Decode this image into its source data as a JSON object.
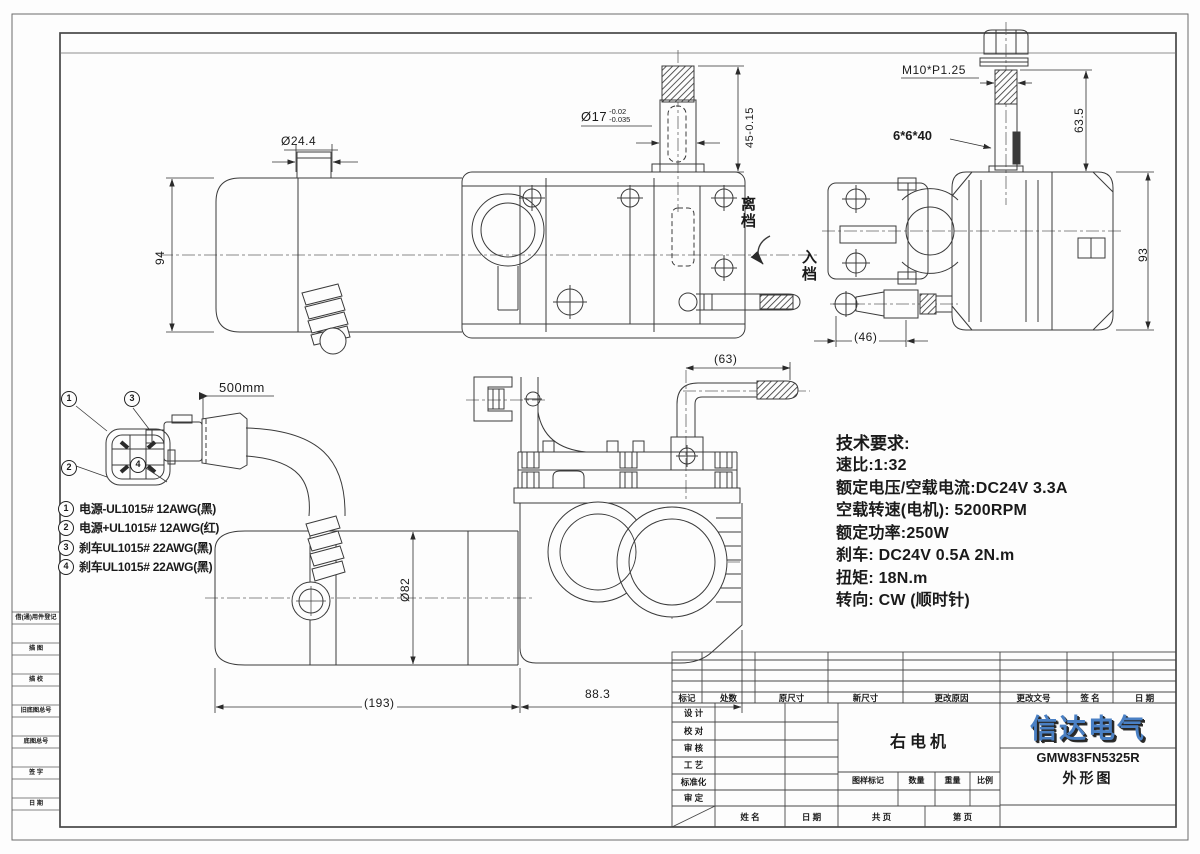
{
  "drawing": {
    "side_view": {
      "dim_d24": "Ø24.4",
      "dim_94": "94",
      "dim_d17": "Ø17",
      "d17_tol_up": "-0.02",
      "d17_tol_low": "-0.035",
      "dim_45": "45-0.15",
      "label_disengage": "离档",
      "label_engage": "入档"
    },
    "end_view": {
      "dim_thread": "M10*P1.25",
      "dim_key": "6*6*40",
      "dim_635": "63.5",
      "dim_93": "93",
      "dim_46": "(46)"
    },
    "bottom_view": {
      "dim_500": "500mm",
      "dim_d82": "Ø82",
      "dim_193": "(193)",
      "dim_883": "88.3",
      "dim_63": "(63)"
    },
    "connector": {
      "pins": [
        "1",
        "2",
        "3",
        "4"
      ],
      "wires": [
        {
          "pin": "1",
          "text": "电源-UL1015# 12AWG(黑)"
        },
        {
          "pin": "2",
          "text": "电源+UL1015# 12AWG(红)"
        },
        {
          "pin": "3",
          "text": "刹车UL1015# 22AWG(黑)"
        },
        {
          "pin": "4",
          "text": "刹车UL1015# 22AWG(黑)"
        }
      ]
    }
  },
  "tech_requirements": {
    "title": "技术要求:",
    "lines": [
      "速比:1:32",
      "额定电压/空载电流:DC24V 3.3A",
      "空载转速(电机): 5200RPM",
      "额定功率:250W",
      "刹车: DC24V 0.5A 2N.m",
      "扭矩: 18N.m",
      "转向: CW (顺时针)"
    ]
  },
  "title_block": {
    "revision_headers": [
      "标记",
      "处数",
      "原尺寸",
      "新尺寸",
      "更改原因",
      "更改文号",
      "签 名",
      "日 期"
    ],
    "roles": [
      "设 计",
      "校 对",
      "审 核",
      "工 艺",
      "标准化",
      "审 定"
    ],
    "name_label": "姓 名",
    "date_label": "日 期",
    "part_name": "右电机",
    "mark_label": "图样标记",
    "qty_label": "数量",
    "weight_label": "重量",
    "scale_label": "比例",
    "total_label": "共  页",
    "page_label": "第  页",
    "company": "信达电气",
    "model": "GMW83FN5325R",
    "doc_type": "外形图",
    "company_color": "#4a80c4"
  },
  "sidebar": {
    "items": [
      "借(通)用件登记",
      "描 图",
      "描 校",
      "旧底图总号",
      "底图总号",
      "签 字",
      "日 期"
    ]
  }
}
